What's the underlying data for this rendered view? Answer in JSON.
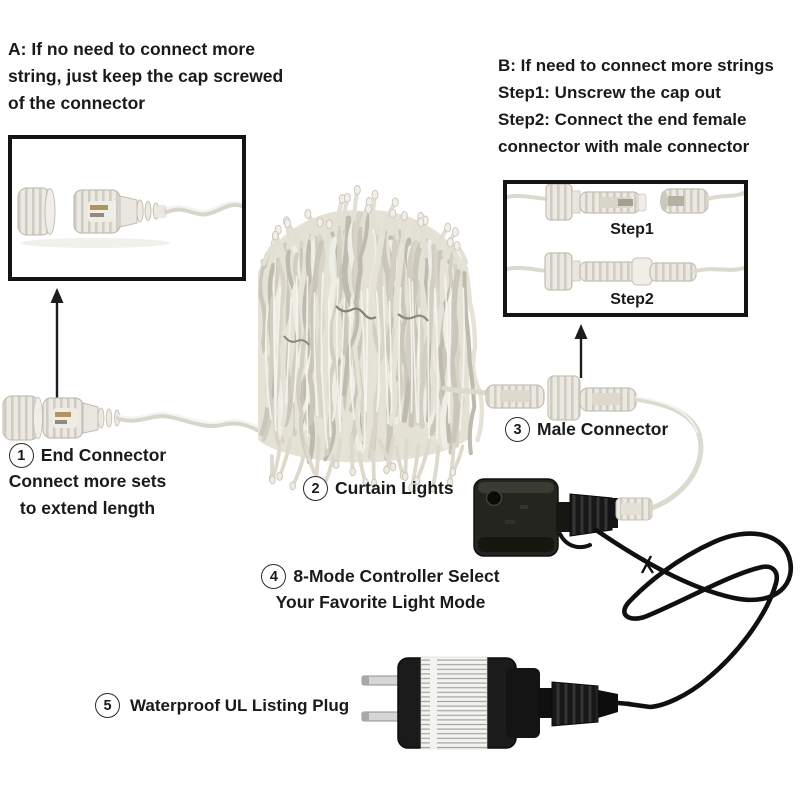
{
  "annotation_a": {
    "lines": [
      "A: If no need to connect more",
      "string, just keep the cap screwed",
      "of the connector"
    ]
  },
  "annotation_b": {
    "lines": [
      "B: If need to connect more strings",
      "Step1: Unscrew the cap out",
      "Step2: Connect the end female",
      "connector with male connector"
    ]
  },
  "box_b": {
    "step1_label": "Step1",
    "step2_label": "Step2"
  },
  "callouts": {
    "c1": {
      "number": "1",
      "label": "End Connector",
      "sub1": "Connect more sets",
      "sub2": "to extend length"
    },
    "c2": {
      "number": "2",
      "label": "Curtain Lights"
    },
    "c3": {
      "number": "3",
      "label": "Male Connector"
    },
    "c4": {
      "number": "4",
      "line1": "8-Mode Controller Select",
      "line2": "Your Favorite Light Mode"
    },
    "c5": {
      "number": "5",
      "label": "Waterproof UL Listing Plug"
    }
  },
  "colors": {
    "text": "#1a1a1a",
    "box_border": "#141414",
    "plastic_light": "#e9e7df",
    "plastic_shade": "#c6c3b8",
    "wire_clear": "#d8d5ca",
    "cable_black": "#101010",
    "controller_body": "#24251f",
    "label_white": "#f3f3ef"
  }
}
